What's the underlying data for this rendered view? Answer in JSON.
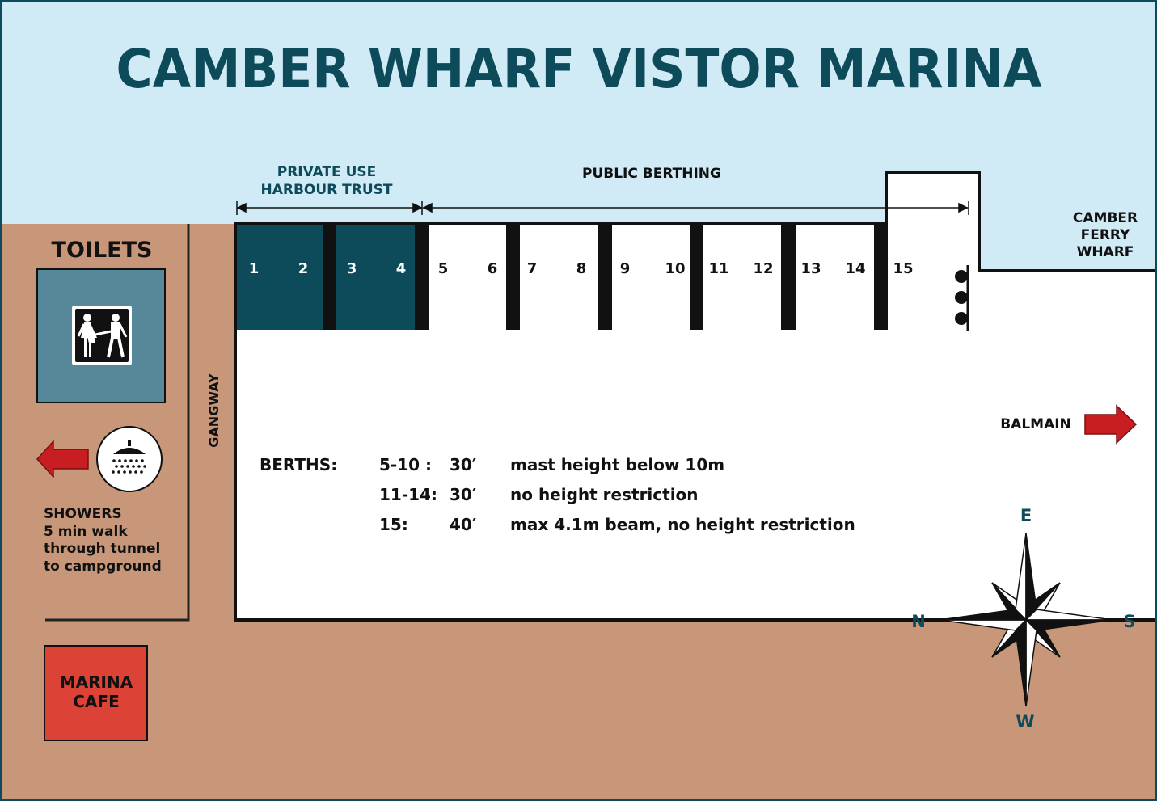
{
  "title": "CAMBER WHARF VISTOR MARINA",
  "colors": {
    "water": "#d0eaf6",
    "land": "#c8977a",
    "dark_teal": "#0d4b5a",
    "toilet_blue": "#56889a",
    "cafe_red": "#dc4236",
    "arrow_red": "#c81e22"
  },
  "sections": {
    "private_use": [
      "PRIVATE USE",
      "HARBOUR TRUST"
    ],
    "public_berthing": "PUBLIC BERTHING"
  },
  "berth_numbers": [
    "1",
    "2",
    "3",
    "4",
    "5",
    "6",
    "7",
    "8",
    "9",
    "10",
    "11",
    "12",
    "13",
    "14",
    "15"
  ],
  "ferry_wharf": [
    "CAMBER",
    "FERRY",
    "WHARF"
  ],
  "toilets": {
    "label": "TOILETS",
    "icon": "toilets-icon"
  },
  "gangway": "GANGWAY",
  "showers": {
    "icon": "shower-icon",
    "lines": [
      "SHOWERS",
      "5 min walk",
      "through tunnel",
      "to campground"
    ]
  },
  "cafe": [
    "MARINA",
    "CAFE"
  ],
  "balmain": "BALMAIN",
  "berths_info": {
    "heading": "BERTHS:",
    "rows": [
      {
        "range": "5-10 :",
        "length": "30′",
        "note": "mast height below 10m"
      },
      {
        "range": "11-14:",
        "length": "30′",
        "note": "no height restriction"
      },
      {
        "range": "15:",
        "length": "40′",
        "note": "max 4.1m beam, no height restriction"
      }
    ]
  },
  "compass": {
    "north": "N",
    "south": "S",
    "east": "E",
    "west": "W"
  }
}
